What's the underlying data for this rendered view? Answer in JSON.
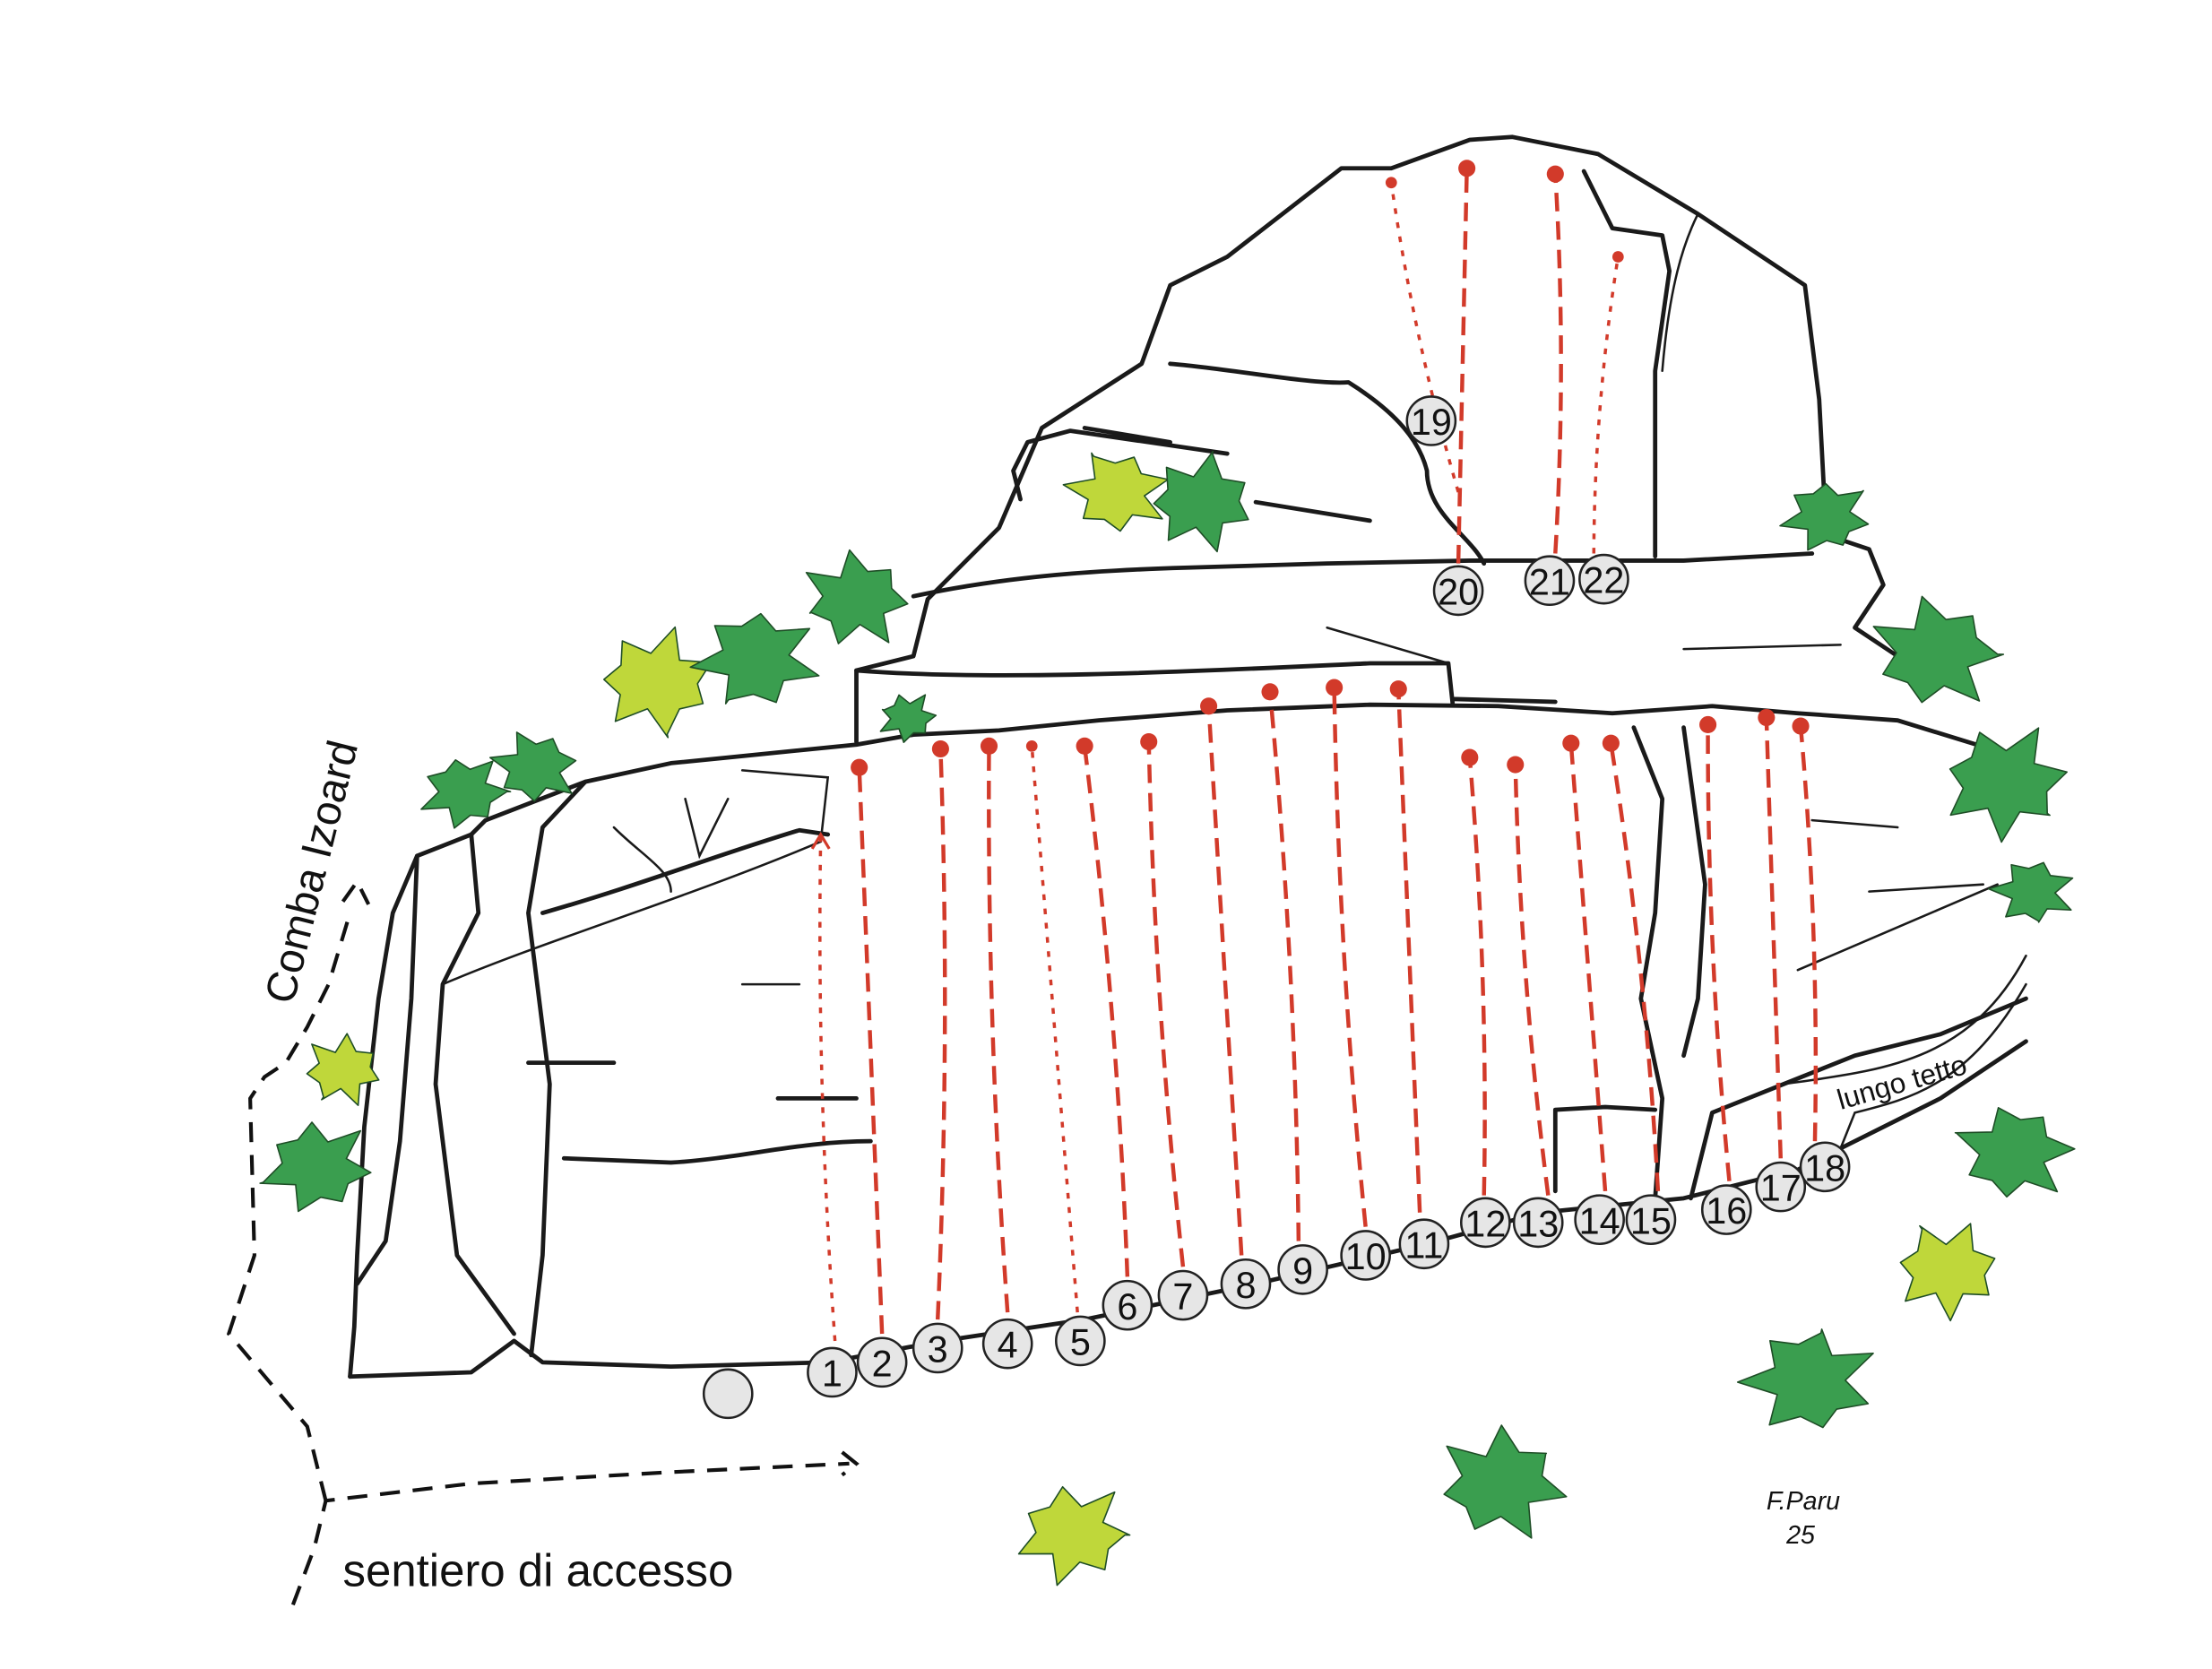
{
  "title_labels": {
    "comba": "Comba Izoard",
    "sentiero": "sentiero di accesso",
    "tetto": "lungo tetto",
    "author": "F.Paru",
    "year": "25"
  },
  "routes": [
    {
      "number": "1",
      "style": "dotted"
    },
    {
      "number": "2",
      "style": "dashed"
    },
    {
      "number": "3",
      "style": "dashed"
    },
    {
      "number": "4",
      "style": "dashed"
    },
    {
      "number": "5",
      "style": "dotted"
    },
    {
      "number": "6",
      "style": "dashed"
    },
    {
      "number": "7",
      "style": "dashed"
    },
    {
      "number": "8",
      "style": "dashed"
    },
    {
      "number": "9",
      "style": "dashed"
    },
    {
      "number": "10",
      "style": "dashed"
    },
    {
      "number": "11",
      "style": "dashed"
    },
    {
      "number": "12",
      "style": "dashed"
    },
    {
      "number": "13",
      "style": "dashed"
    },
    {
      "number": "14",
      "style": "dashed"
    },
    {
      "number": "15",
      "style": "dashed"
    },
    {
      "number": "16",
      "style": "dashed"
    },
    {
      "number": "17",
      "style": "dashed"
    },
    {
      "number": "18",
      "style": "dashed"
    },
    {
      "number": "19",
      "style": "dotted"
    },
    {
      "number": "20",
      "style": "dashed"
    },
    {
      "number": "21",
      "style": "dashed"
    },
    {
      "number": "22",
      "style": "dotted"
    }
  ],
  "colors": {
    "route": "#d23a2a",
    "tree_dark": "#3a9e4f",
    "tree_light": "#bfd73a",
    "marker_fill": "#e6e6e6"
  }
}
